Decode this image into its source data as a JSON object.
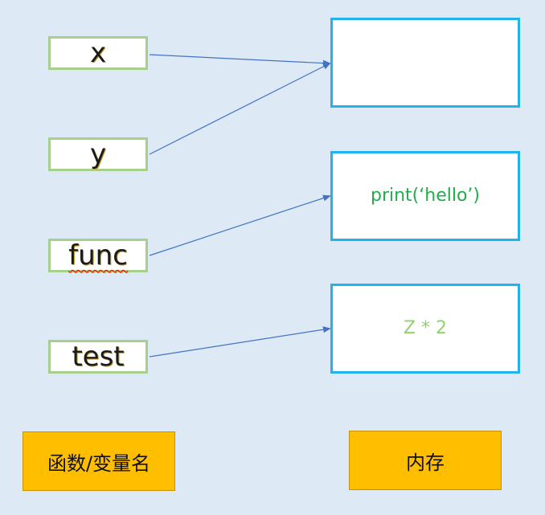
{
  "variables": [
    {
      "name": "x"
    },
    {
      "name": "y"
    },
    {
      "name": "func"
    },
    {
      "name": "test"
    }
  ],
  "memory": [
    {
      "content": ""
    },
    {
      "content": "print(‘hello’)",
      "color": "#1fae4a"
    },
    {
      "content": "Z * 2",
      "color": "#8fd26b"
    }
  ],
  "labels": {
    "variables": "函数/变量名",
    "memory": "内存"
  },
  "colors": {
    "background": "#dde9f5",
    "variable_border": "#a8d08d",
    "memory_border": "#20b3ee",
    "label_fill": "#ffbf00",
    "arrow": "#4472c4"
  }
}
